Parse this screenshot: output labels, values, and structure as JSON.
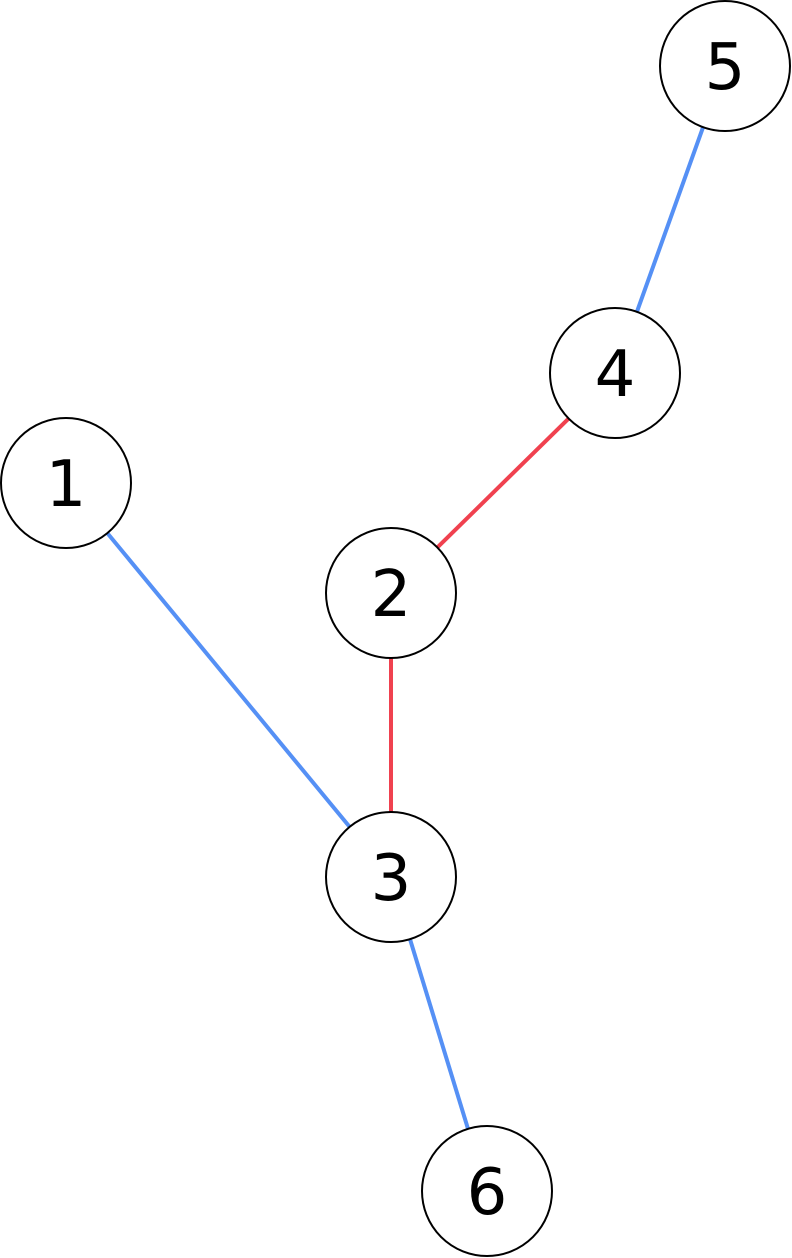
{
  "colors": {
    "blue_edge": "#5590f5",
    "red_edge": "#f0414f",
    "node_fill": "#ffffff",
    "node_stroke": "#000000",
    "label": "#000000"
  },
  "nodes": [
    {
      "id": "1",
      "label": "1"
    },
    {
      "id": "2",
      "label": "2"
    },
    {
      "id": "3",
      "label": "3"
    },
    {
      "id": "4",
      "label": "4"
    },
    {
      "id": "5",
      "label": "5"
    },
    {
      "id": "6",
      "label": "6"
    }
  ],
  "edges": [
    {
      "from": "1",
      "to": "3",
      "color": "blue_edge"
    },
    {
      "from": "2",
      "to": "3",
      "color": "red_edge"
    },
    {
      "from": "2",
      "to": "4",
      "color": "red_edge"
    },
    {
      "from": "4",
      "to": "5",
      "color": "blue_edge"
    },
    {
      "from": "3",
      "to": "6",
      "color": "blue_edge"
    }
  ]
}
